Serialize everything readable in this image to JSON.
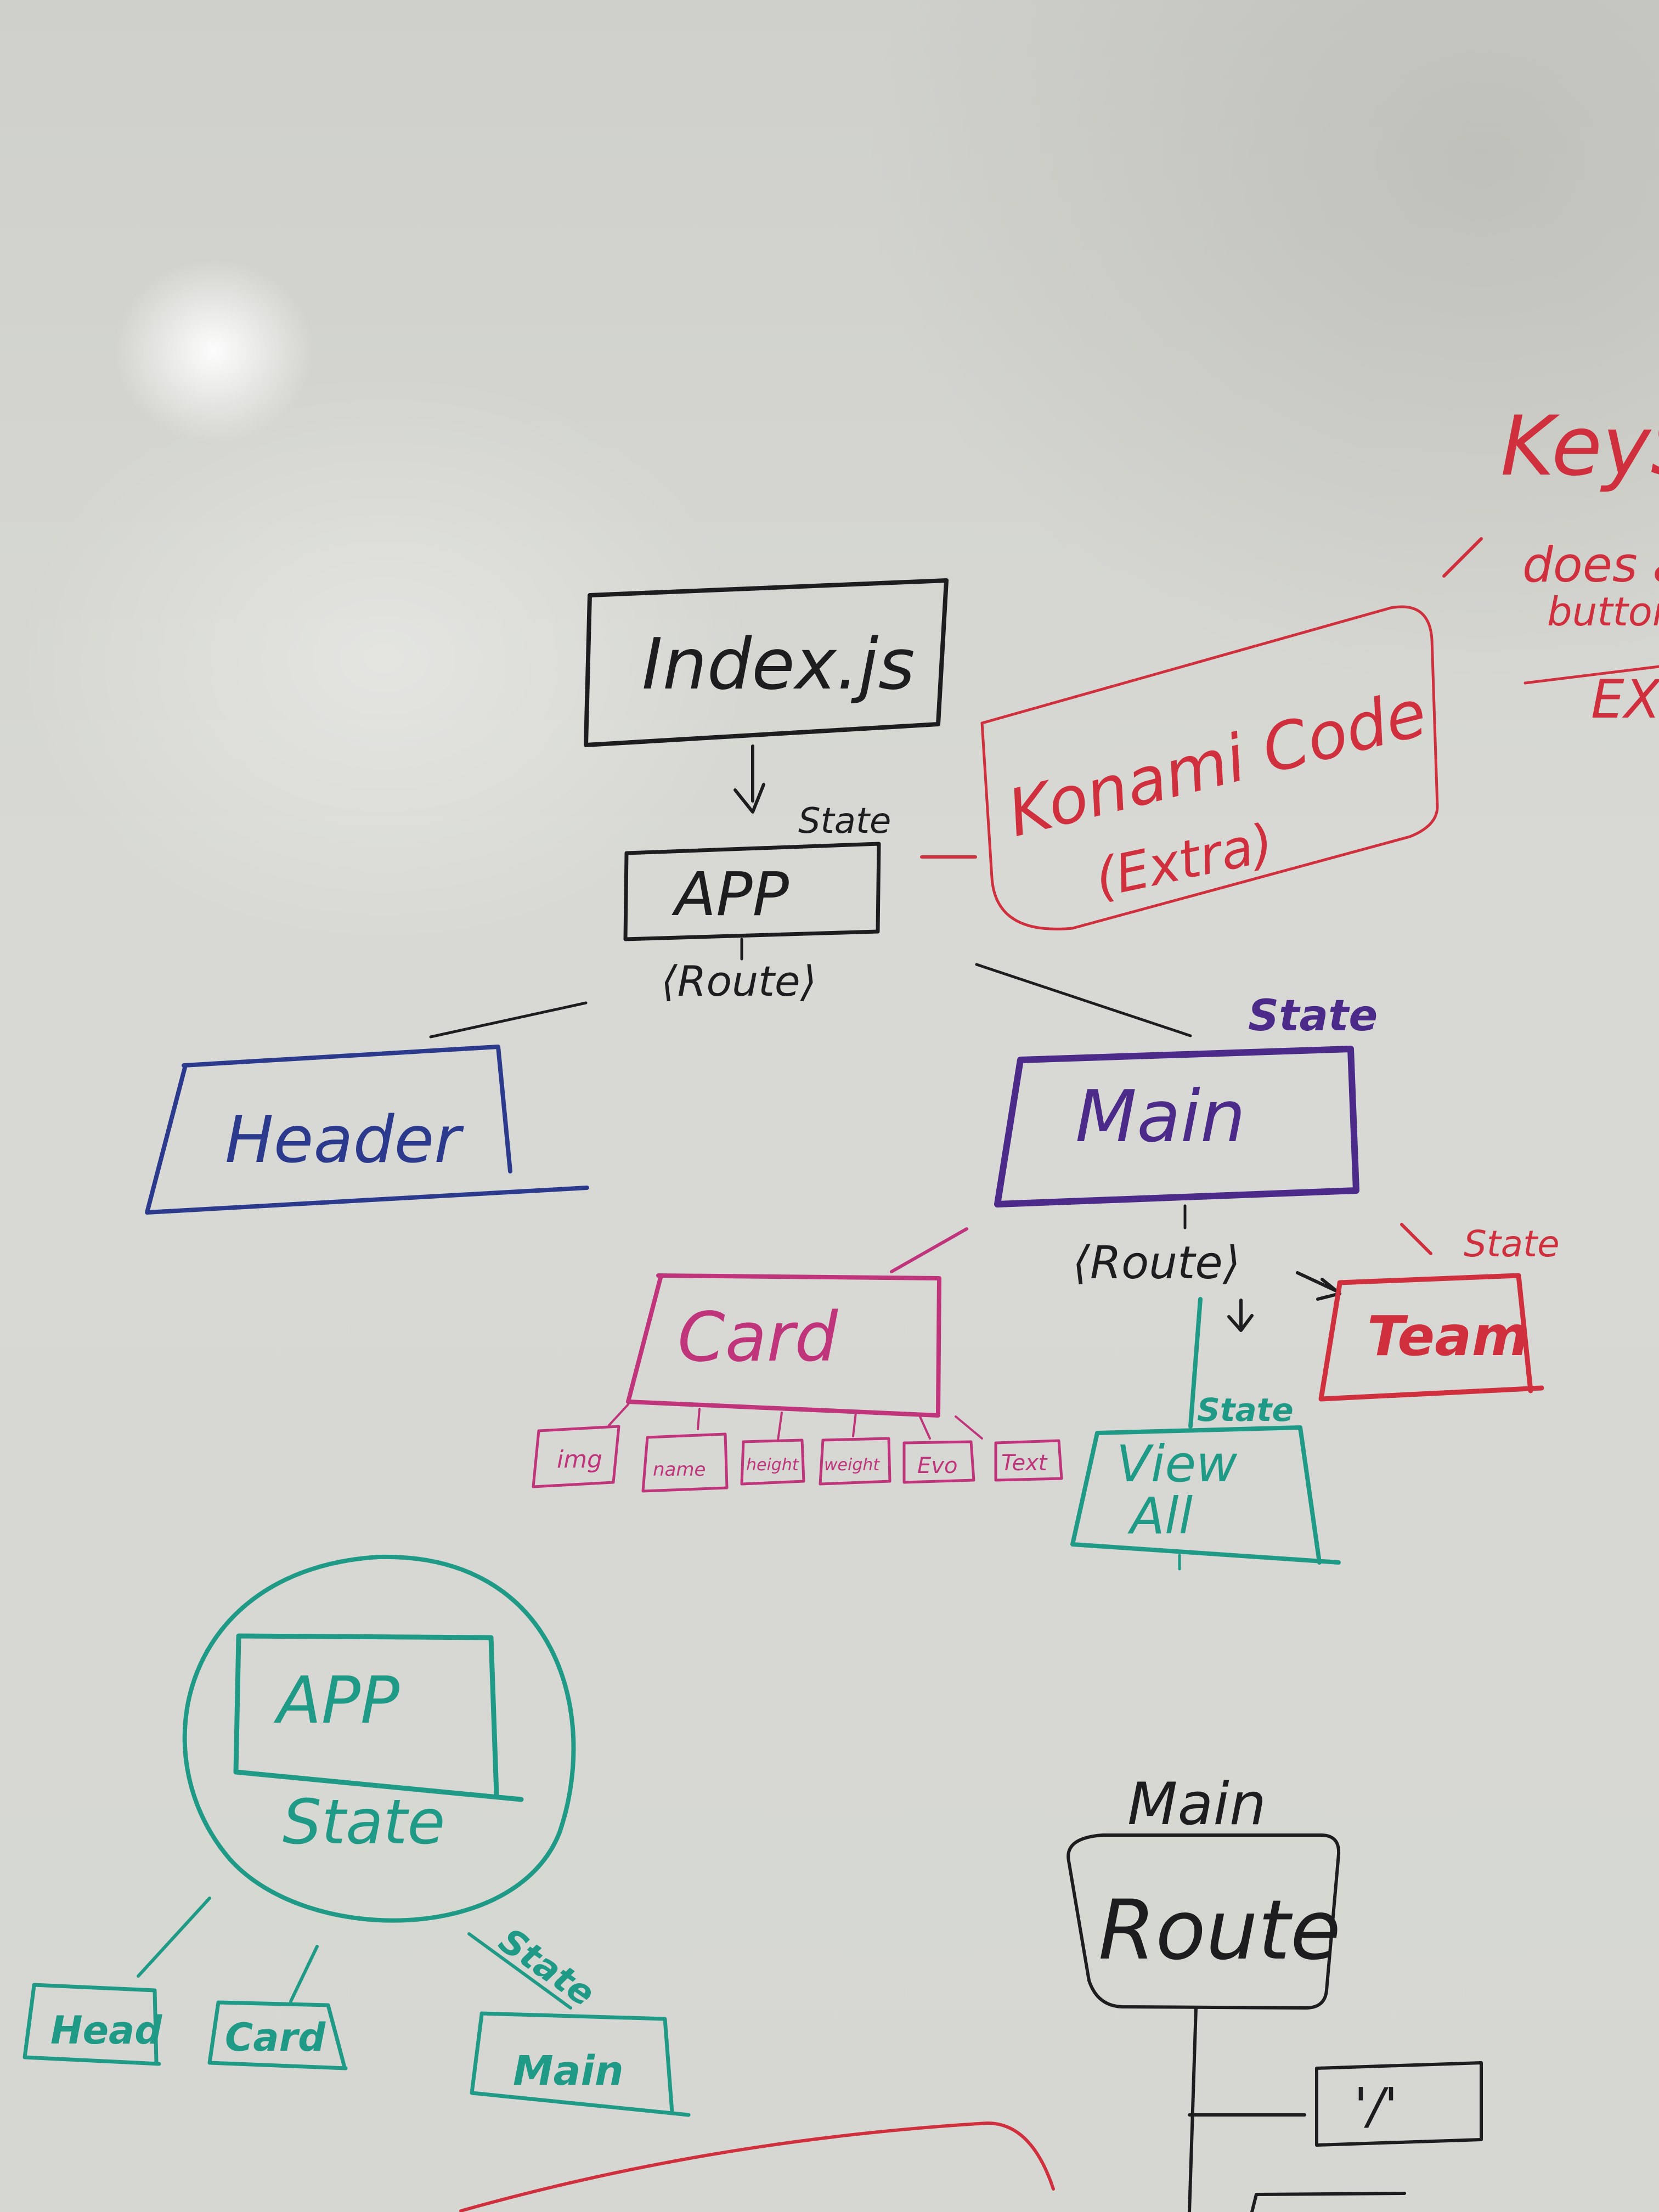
{
  "colors": {
    "board": "#d4d5d0",
    "black": "#1d1d1f",
    "red": "#d0303d",
    "navy": "#2c3a8e",
    "purple": "#4c2a8a",
    "pink": "#c0347c",
    "teal": "#1f9a86"
  },
  "main_diagram": {
    "index": "Index.js",
    "app": "APP",
    "app_state": "State",
    "app_route": "⟨Route⟩",
    "header": "Header",
    "main": "Main",
    "main_state": "State",
    "main_route": "⟨Route⟩",
    "card": "Card",
    "card_children": [
      "img",
      "name",
      "height",
      "weight",
      "Evo",
      "Text"
    ],
    "view_all": [
      "View",
      "All"
    ],
    "view_all_state": "State",
    "team": "Team",
    "team_state": "State"
  },
  "extra": {
    "konami": "Konami Code",
    "konami_sub": "(Extra)",
    "keystroke": "KeySt",
    "note_line1": "does a",
    "note_line2": "buttons",
    "note_line3": "EX"
  },
  "state_diagram": {
    "app": "APP",
    "state": "State",
    "children": [
      "Head",
      "Card",
      "Main"
    ],
    "main_state": "State"
  },
  "route_diagram": {
    "title": "Main",
    "route": "Route",
    "path": "'/'"
  }
}
